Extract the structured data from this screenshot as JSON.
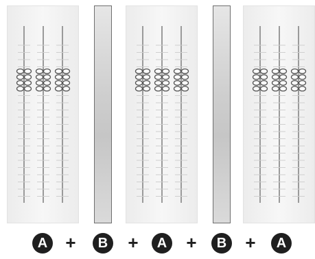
{
  "composition": {
    "panels": [
      "A",
      "B",
      "A",
      "B",
      "A"
    ],
    "labels": {
      "badge_1": "A",
      "plus_1": "+",
      "badge_2": "B",
      "plus_2": "+",
      "badge_3": "A",
      "plus_3": "+",
      "badge_4": "B",
      "plus_4": "+",
      "badge_5": "A"
    }
  },
  "colors": {
    "badge_bg": "#1f1f1f",
    "badge_text": "#ffffff",
    "panel_a_bg": "#f2f2f2",
    "panel_b_bg": "#cccccc",
    "rod": "#9a9a9a",
    "glasses": "#555555"
  },
  "panel_a": {
    "rod_count": 3,
    "hanger_rows": 22,
    "glasses_rows": 4,
    "icon": "eyeglasses-icon"
  }
}
